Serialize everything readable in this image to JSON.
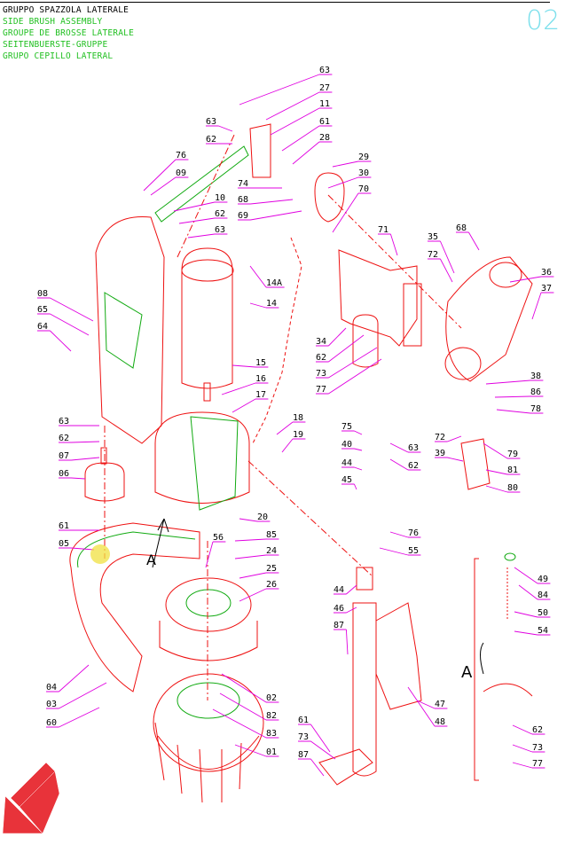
{
  "header": {
    "titles": [
      {
        "text": "GRUPPO SPAZZOLA LATERALE",
        "color": "#000000"
      },
      {
        "text": "SIDE BRUSH ASSEMBLY",
        "color": "#22c022"
      },
      {
        "text": "GROUPE DE BROSSE LATERALE",
        "color": "#22c022"
      },
      {
        "text": "SEITENBUERSTE-GRUPPE",
        "color": "#22c022"
      },
      {
        "text": "GRUPO CEPILLO LATERAL",
        "color": "#22c022"
      }
    ],
    "page_number": "02"
  },
  "colors": {
    "leader": "#e000e0",
    "part_outline": "#ee1111",
    "part_highlight": "#11aa11",
    "text": "#000000",
    "marker": "#f0e040",
    "nav_arrow": "#e8333a"
  },
  "labels": [
    {
      "id": "l1",
      "text": "63"
    },
    {
      "id": "l2",
      "text": "27"
    },
    {
      "id": "l3",
      "text": "11"
    },
    {
      "id": "l4",
      "text": "61"
    },
    {
      "id": "l5",
      "text": "28"
    },
    {
      "id": "l6",
      "text": "63"
    },
    {
      "id": "l7",
      "text": "62"
    },
    {
      "id": "l8",
      "text": "29"
    },
    {
      "id": "l9",
      "text": "30"
    },
    {
      "id": "l10",
      "text": "70"
    },
    {
      "id": "l11",
      "text": "76"
    },
    {
      "id": "l12",
      "text": "09"
    },
    {
      "id": "l13",
      "text": "74"
    },
    {
      "id": "l14",
      "text": "68"
    },
    {
      "id": "l15",
      "text": "69"
    },
    {
      "id": "l16",
      "text": "10"
    },
    {
      "id": "l17",
      "text": "62"
    },
    {
      "id": "l18",
      "text": "63"
    },
    {
      "id": "l19",
      "text": "71"
    },
    {
      "id": "l20",
      "text": "35"
    },
    {
      "id": "l21",
      "text": "72"
    },
    {
      "id": "l22",
      "text": "68"
    },
    {
      "id": "l23",
      "text": "36"
    },
    {
      "id": "l24",
      "text": "37"
    },
    {
      "id": "l25",
      "text": "14A"
    },
    {
      "id": "l26",
      "text": "14"
    },
    {
      "id": "l27",
      "text": "08"
    },
    {
      "id": "l28",
      "text": "65"
    },
    {
      "id": "l29",
      "text": "64"
    },
    {
      "id": "l30",
      "text": "34"
    },
    {
      "id": "l31",
      "text": "62"
    },
    {
      "id": "l32",
      "text": "73"
    },
    {
      "id": "l33",
      "text": "77"
    },
    {
      "id": "l34",
      "text": "15"
    },
    {
      "id": "l35",
      "text": "16"
    },
    {
      "id": "l36",
      "text": "17"
    },
    {
      "id": "l37",
      "text": "38"
    },
    {
      "id": "l38",
      "text": "86"
    },
    {
      "id": "l39",
      "text": "78"
    },
    {
      "id": "l40",
      "text": "18"
    },
    {
      "id": "l41",
      "text": "19"
    },
    {
      "id": "l42",
      "text": "63"
    },
    {
      "id": "l43",
      "text": "62"
    },
    {
      "id": "l44",
      "text": "07"
    },
    {
      "id": "l45",
      "text": "06"
    },
    {
      "id": "l46",
      "text": "75"
    },
    {
      "id": "l47",
      "text": "40"
    },
    {
      "id": "l48",
      "text": "63"
    },
    {
      "id": "l49",
      "text": "62"
    },
    {
      "id": "l50",
      "text": "44"
    },
    {
      "id": "l51",
      "text": "45"
    },
    {
      "id": "l52",
      "text": "72"
    },
    {
      "id": "l53",
      "text": "39"
    },
    {
      "id": "l54",
      "text": "79"
    },
    {
      "id": "l55",
      "text": "81"
    },
    {
      "id": "l56",
      "text": "80"
    },
    {
      "id": "l57",
      "text": "61"
    },
    {
      "id": "l58",
      "text": "05"
    },
    {
      "id": "l59",
      "text": "20"
    },
    {
      "id": "l60",
      "text": "56"
    },
    {
      "id": "l61",
      "text": "85"
    },
    {
      "id": "l62",
      "text": "24"
    },
    {
      "id": "l63",
      "text": "76"
    },
    {
      "id": "l64",
      "text": "55"
    },
    {
      "id": "l65",
      "text": "25"
    },
    {
      "id": "l66",
      "text": "26"
    },
    {
      "id": "l67",
      "text": "44"
    },
    {
      "id": "l68",
      "text": "46"
    },
    {
      "id": "l69",
      "text": "87"
    },
    {
      "id": "l70",
      "text": "49"
    },
    {
      "id": "l71",
      "text": "84"
    },
    {
      "id": "l72",
      "text": "50"
    },
    {
      "id": "l73",
      "text": "54"
    },
    {
      "id": "l74",
      "text": "04"
    },
    {
      "id": "l75",
      "text": "03"
    },
    {
      "id": "l76",
      "text": "60"
    },
    {
      "id": "l77",
      "text": "02"
    },
    {
      "id": "l78",
      "text": "82"
    },
    {
      "id": "l79",
      "text": "83"
    },
    {
      "id": "l80",
      "text": "01"
    },
    {
      "id": "l81",
      "text": "47"
    },
    {
      "id": "l82",
      "text": "48"
    },
    {
      "id": "l83",
      "text": "61"
    },
    {
      "id": "l84",
      "text": "73"
    },
    {
      "id": "l85",
      "text": "87"
    },
    {
      "id": "l86",
      "text": "62"
    },
    {
      "id": "l87",
      "text": "73"
    },
    {
      "id": "l88",
      "text": "77"
    }
  ],
  "detail_callouts": [
    {
      "id": "c1",
      "text": "A"
    },
    {
      "id": "c2",
      "text": "A"
    }
  ]
}
